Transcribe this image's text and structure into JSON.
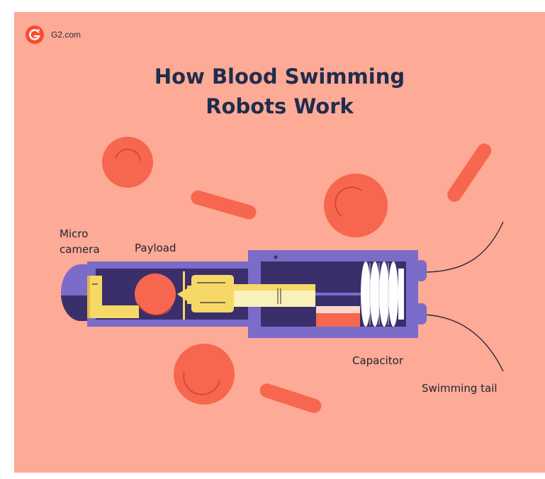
{
  "brand": {
    "name": "G2.com"
  },
  "title": {
    "line1": "How Blood Swimming",
    "line2": "Robots Work"
  },
  "labels": {
    "micro_camera_line1": "Micro",
    "micro_camera_line2": "camera",
    "payload": "Payload",
    "capacitor": "Capacitor",
    "swimming_tail": "Swimming tail"
  },
  "colors": {
    "background": "#fdaa96",
    "cells": "#f7664e",
    "robot_body": "#7a6cc8",
    "robot_dark": "#3a2f6b",
    "payload_yellow": "#f6d866",
    "brand_red": "#ff492c",
    "title": "#1f2d4d"
  }
}
